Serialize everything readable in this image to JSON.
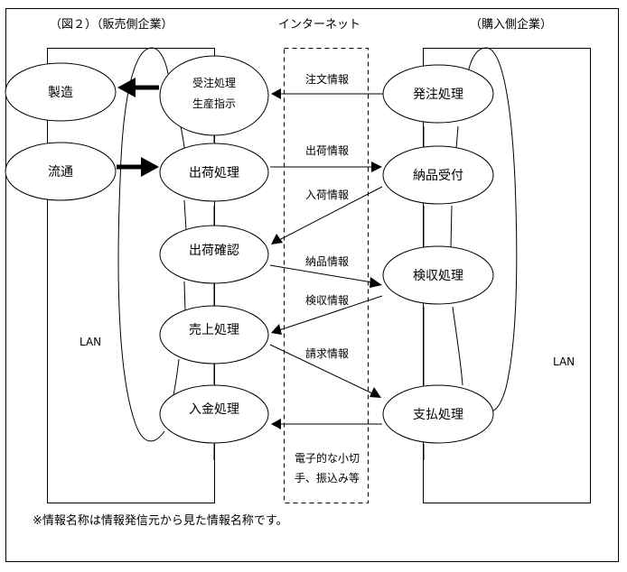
{
  "header": {
    "seller_title": "（図２）（販売側企業）",
    "internet_title": "インターネット",
    "buyer_title": "（購入側企業）"
  },
  "seller": {
    "lan_label": "LAN",
    "external_nodes": [
      {
        "id": "manufacturing",
        "label": "製造"
      },
      {
        "id": "distribution",
        "label": "流通"
      }
    ],
    "process_nodes": [
      {
        "id": "order-receipt",
        "lines": [
          "受注処理",
          "生産指示"
        ]
      },
      {
        "id": "shipping",
        "lines": [
          "出荷処理"
        ]
      },
      {
        "id": "shipping-confirm",
        "lines": [
          "出荷確認"
        ]
      },
      {
        "id": "sales",
        "lines": [
          "売上処理"
        ]
      },
      {
        "id": "payment-receipt",
        "lines": [
          "入金処理"
        ]
      }
    ]
  },
  "buyer": {
    "lan_label": "LAN",
    "process_nodes": [
      {
        "id": "ordering",
        "label": "発注処理"
      },
      {
        "id": "delivery-receipt",
        "label": "納品受付"
      },
      {
        "id": "inspection",
        "label": "検収処理"
      },
      {
        "id": "payment",
        "label": "支払処理"
      }
    ]
  },
  "internet": {
    "messages": [
      {
        "id": "order-info",
        "label": "注文情報",
        "from": "ordering",
        "to": "order-receipt"
      },
      {
        "id": "shipping-info",
        "label": "出荷情報",
        "from": "shipping",
        "to": "delivery-receipt"
      },
      {
        "id": "arrival-info",
        "label": "入荷情報",
        "from": "delivery-receipt",
        "to": "shipping-confirm"
      },
      {
        "id": "delivery-info",
        "label": "納品情報",
        "from": "shipping-confirm",
        "to": "inspection"
      },
      {
        "id": "inspection-info",
        "label": "検収情報",
        "from": "inspection",
        "to": "sales"
      },
      {
        "id": "billing-info",
        "label": "請求情報",
        "from": "sales",
        "to": "payment"
      }
    ],
    "payment_note_lines": [
      "電子的な小切",
      "手、振込み等"
    ]
  },
  "internal_flows": [
    {
      "from": "order-receipt",
      "to": "manufacturing"
    },
    {
      "from": "distribution",
      "to": "shipping"
    }
  ],
  "footnote": "※情報名称は情報発信元から見た情報名称です。"
}
